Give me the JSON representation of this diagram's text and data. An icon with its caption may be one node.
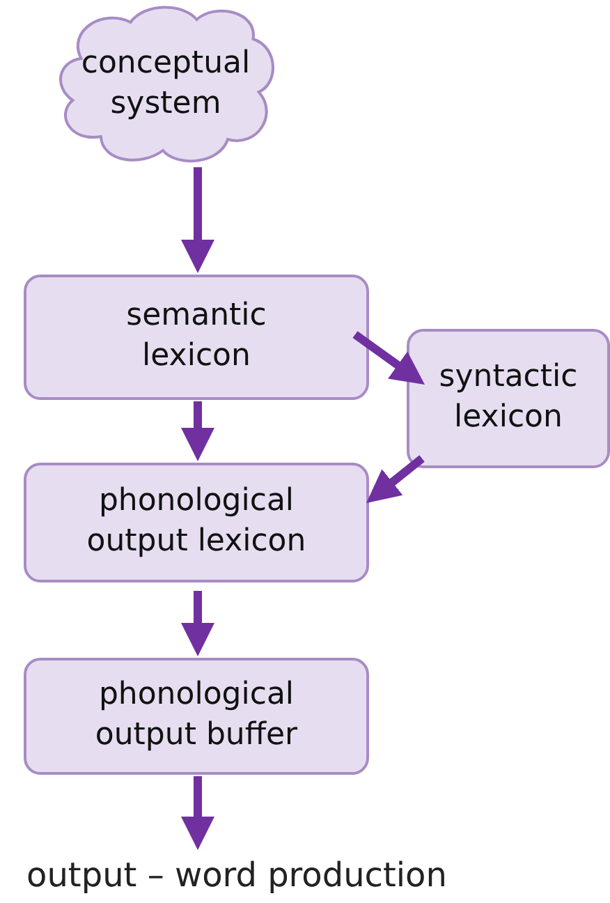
{
  "diagram": {
    "nodes": [
      {
        "text": [
          "conceptual system"
        ]
      },
      {
        "text": [
          "semantic lexicon"
        ]
      },
      {
        "text": [
          "syntactic lexicon"
        ]
      },
      {
        "text": [
          "phonological output lexicon"
        ]
      },
      {
        "text": [
          "phonological output buffer"
        ]
      },
      {
        "text": [
          "output – word production"
        ]
      }
    ],
    "edges": [
      {
        "from": 0,
        "to": 1,
        "arrow": "to"
      },
      {
        "from": 1,
        "to": 2,
        "arrow": "to"
      },
      {
        "from": 1,
        "to": 3,
        "arrow": "to"
      },
      {
        "from": 2,
        "to": 3,
        "arrow": "to"
      },
      {
        "from": 3,
        "to": 4,
        "arrow": "to"
      },
      {
        "from": 4,
        "to": 5,
        "arrow": "to"
      }
    ]
  }
}
